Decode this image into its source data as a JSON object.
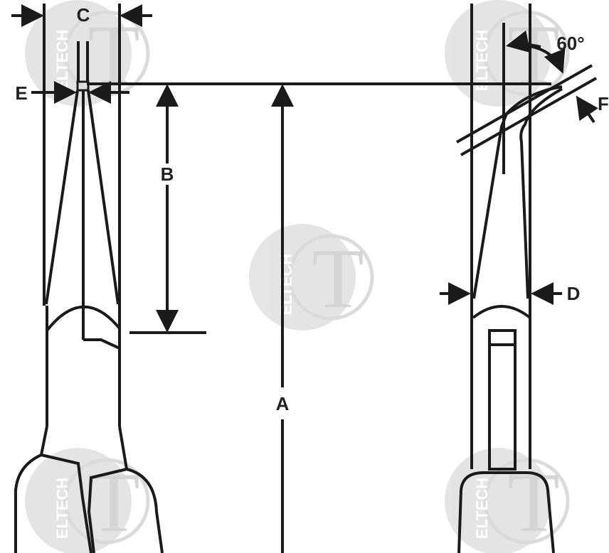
{
  "labels": {
    "a": "A",
    "b": "B",
    "c": "C",
    "d": "D",
    "e": "E",
    "f": "F",
    "angle": "60°"
  },
  "watermark": {
    "text": "ELTECH",
    "letter": "T"
  },
  "colors": {
    "line": "#1a1a1a",
    "watermark": "#dcdcdc"
  }
}
